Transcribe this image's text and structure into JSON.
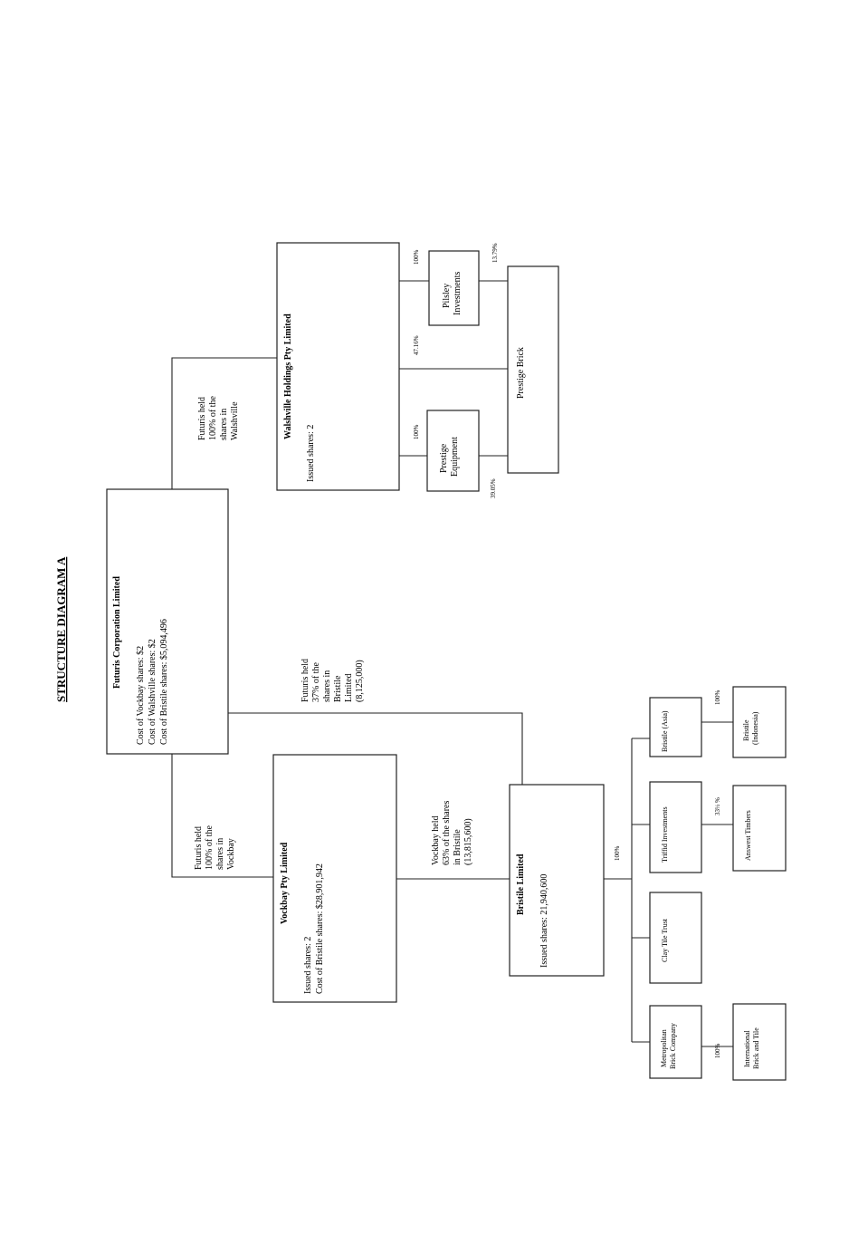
{
  "title": "STRUCTURE DIAGRAM A",
  "futuris": {
    "name": "Futuris Corporation Limited",
    "line1": "Cost of Vockbay shares: $2",
    "line2": "Cost of Walshville shares: $2",
    "line3": "Cost of Bristile shares: $5,094,496"
  },
  "walshville": {
    "name": "Walshville Holdings Pty Limited",
    "line1": "Issued shares: 2"
  },
  "vockbay": {
    "name": "Vockbay Pty Limited",
    "line1": "Issued shares: 2",
    "line2": "Cost of Bristile shares: $28,901,942"
  },
  "bristile": {
    "name": "Bristile Limited",
    "line1": "Issued shares: 21,940,600"
  },
  "labels": {
    "walsh_held": [
      "Futuris held",
      "100% of the",
      "shares in",
      "Walshville"
    ],
    "vock_held": [
      "Futuris held",
      "100% of the",
      "shares in",
      "Vockbay"
    ],
    "bristile_held_futuris": [
      "Futuris held",
      "37% of the",
      "shares in",
      "Bristile",
      "Limited",
      "(8,125,000)"
    ],
    "bristile_held_vockbay": [
      "Vockbay held",
      "63% of the shares",
      "in Bristile",
      "(13,815,600)"
    ]
  },
  "walsh_subs": {
    "prestige_equipment": [
      "Prestige",
      "Equipment"
    ],
    "pilsley": [
      "Pilsley",
      "Investments"
    ],
    "prestige_brick": "Prestige Brick",
    "pct_equipment": "100%",
    "pct_pilsley": "100%",
    "pct_mid": "47.16%",
    "pct_equipment_brick": "39.05%",
    "pct_pilsley_brick": "13.79%"
  },
  "bristile_subs": {
    "pct_all": "100%",
    "metropolitan": [
      "Metropolitan",
      "Brick Company"
    ],
    "clay_tile": "Clay Tile Trust",
    "triffid": "Triffid Investments",
    "bristile_asia": "Bristile (Asia)",
    "international": [
      "International",
      "Brick and Tile"
    ],
    "answest": "Answest Timbers",
    "bristile_indonesia": [
      "Bristile",
      "(Indonesia)"
    ],
    "pct_metro_intl": "100%",
    "pct_triffid_answest": "33⅓ %",
    "pct_asia_indo": "100%"
  }
}
